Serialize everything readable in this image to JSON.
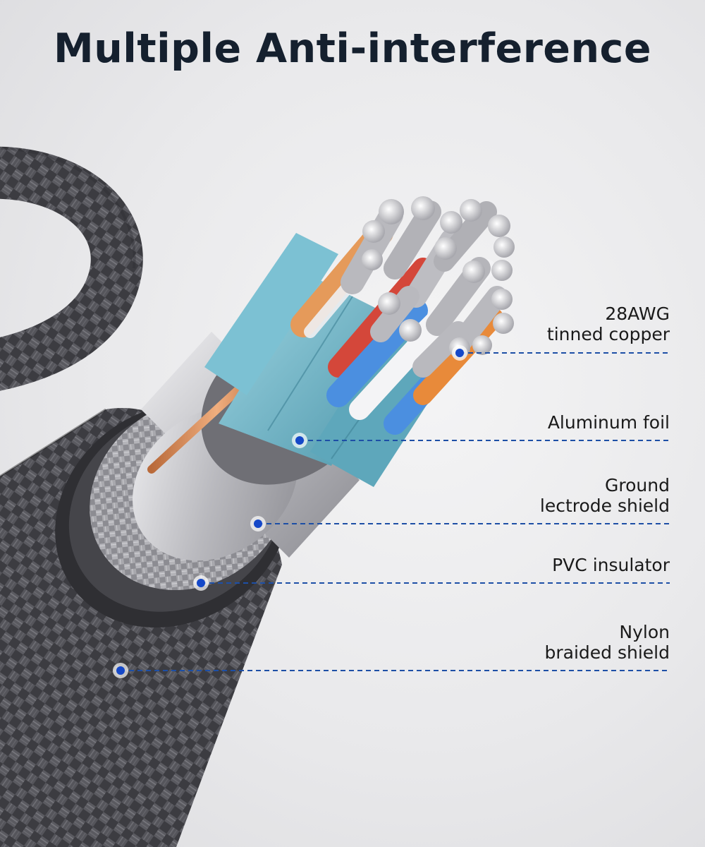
{
  "title": "Multiple Anti-interference",
  "colors": {
    "title": "#15202e",
    "leader_line": "#1d4fa6",
    "marker": "#1548c8",
    "braid": "#4a4a4f",
    "foil": "#6bb4c8",
    "copper": "#d08a5a"
  },
  "layers": [
    {
      "lines": [
        "28AWG",
        "tinned copper"
      ]
    },
    {
      "lines": [
        "Aluminum foil"
      ]
    },
    {
      "lines": [
        "Ground",
        "lectrode shield"
      ]
    },
    {
      "lines": [
        "PVC insulator"
      ]
    },
    {
      "lines": [
        "Nylon",
        "braided shield"
      ]
    }
  ]
}
